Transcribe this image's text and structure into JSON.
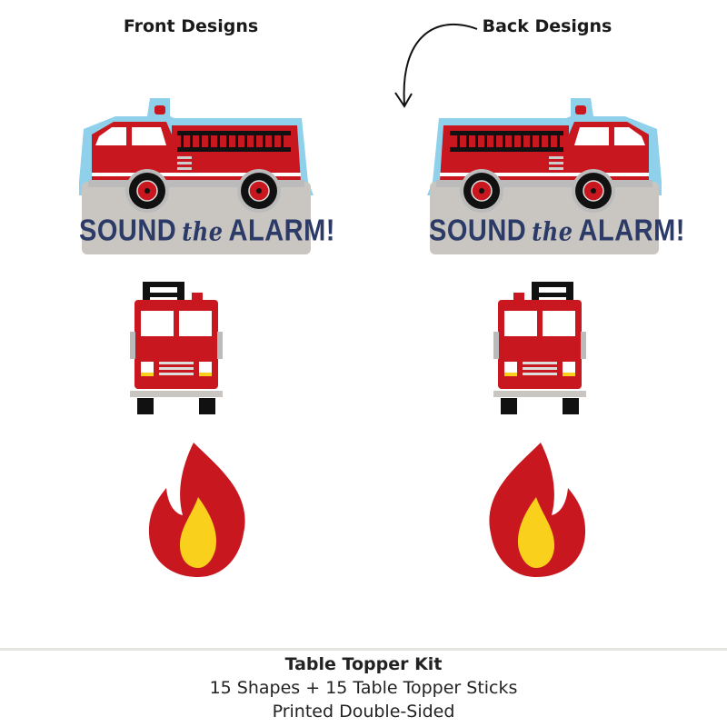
{
  "headers": {
    "front": "Front Designs",
    "back": "Back Designs"
  },
  "sign": {
    "word1": "SOUND",
    "word2": "the",
    "word3": "ALARM!"
  },
  "footer": {
    "title": "Table Topper Kit",
    "line1": "15 Shapes + 15 Table Topper Sticks",
    "line2": "Printed Double-Sided"
  },
  "colors": {
    "red": "#c8171e",
    "navy": "#2b3a67",
    "lightblue": "#8fd0ea",
    "gray": "#c9c5c1",
    "yellow": "#f9d01c"
  }
}
